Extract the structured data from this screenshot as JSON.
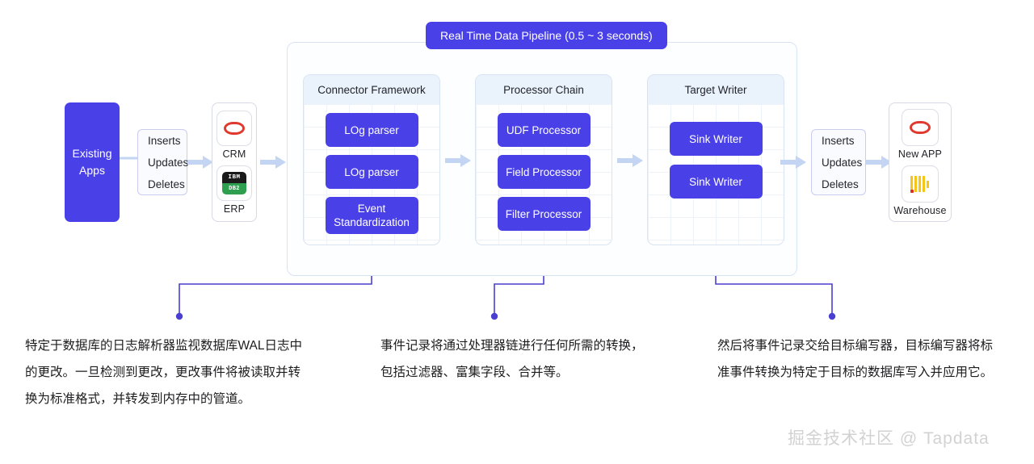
{
  "diagram": {
    "pipeline_badge": "Real Time Data Pipeline (0.5 ~ 3 seconds)",
    "source": {
      "existing_apps": "Existing\nApps",
      "existing_apps_line1": "Existing",
      "existing_apps_line2": "Apps",
      "operations": [
        "Inserts",
        "Updates",
        "Deletes"
      ],
      "systems": [
        {
          "label": "CRM",
          "icon": "oracle-oval-icon"
        },
        {
          "label": "ERP",
          "icon": "ibm-db2-icon",
          "icon_top_text": "IBM",
          "icon_bottom_text": "DB2"
        }
      ]
    },
    "stages": [
      {
        "title": "Connector Framework",
        "items": [
          "LOg parser",
          "LOg parser",
          "Event Standardization"
        ]
      },
      {
        "title": "Processor Chain",
        "items": [
          "UDF Processor",
          "Field Processor",
          "Filter Processor"
        ]
      },
      {
        "title": "Target Writer",
        "items": [
          "Sink Writer",
          "Sink Writer"
        ]
      }
    ],
    "target": {
      "operations": [
        "Inserts",
        "Updates",
        "Deletes"
      ],
      "systems": [
        {
          "label": "New APP",
          "icon": "oracle-oval-icon"
        },
        {
          "label": "Warehouse",
          "icon": "clickhouse-bars-icon"
        }
      ]
    },
    "notes": [
      "特定于数据库的日志解析器监视数据库WAL日志中的更改。一旦检测到更改，更改事件将被读取并转换为标准格式，并转发到内存中的管道。",
      "事件记录将通过处理器链进行任何所需的转换，包括过滤器、富集字段、合并等。",
      "然后将事件记录交给目标编写器，目标编写器将标准事件转换为特定于目标的数据库写入并应用它。"
    ],
    "watermark": "掘金技术社区 @ Tapdata",
    "colors": {
      "accent_purple": "#4a40e8",
      "arrow_blue": "#c3d5f2",
      "stage_header": "#eaf2fb",
      "container_border": "#d7e4f5",
      "connector_line": "#4a3fd0",
      "oracle_red": "#e0392f",
      "db2_green": "#2e9e4f",
      "warehouse_yellow": "#f5c518",
      "watermark_gray": "#d2d2d2"
    }
  }
}
